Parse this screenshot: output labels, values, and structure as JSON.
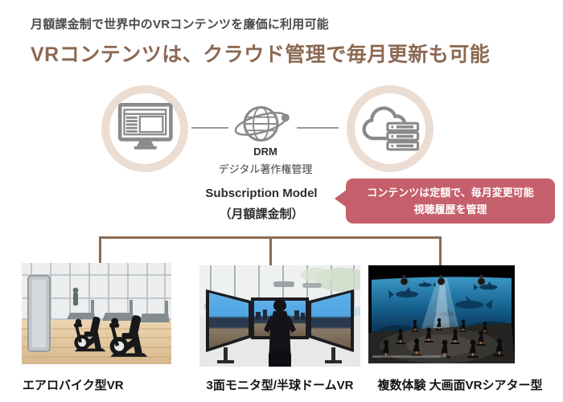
{
  "page": {
    "subtitle": "月額課金制で世界中のVRコンテンツを廉価に利用可能",
    "title": "VRコンテンツは、クラウド管理で毎月更新も可能"
  },
  "diagram": {
    "drm_label": "DRM",
    "drm_sub": "デジタル著作権管理",
    "subscription_label": "Subscription Model",
    "subscription_sub": "（月額課金制）",
    "icons": {
      "left": "monitor-icon",
      "middle": "globe-network-icon",
      "right": "cloud-server-icon"
    }
  },
  "callout": {
    "line1": "コンテンツは定額で、毎月変更可能",
    "line2": "視聴履歴を管理"
  },
  "products": [
    {
      "label": "エアロバイク型VR",
      "image": "aerobike-vr-photo"
    },
    {
      "label": "3面モニタ型/半球ドームVR",
      "image": "triple-monitor-vr-photo"
    },
    {
      "label": "複数体験 大画面VRシアター型",
      "image": "vr-theater-photo"
    }
  ],
  "colors": {
    "title_brown": "#8c6953",
    "subtitle_gray": "#4a4a4a",
    "ring_beige": "#ecddd3",
    "icon_gray": "#8a8a8a",
    "connector_brown": "#8a6b54",
    "callout_red": "#c55f6b"
  }
}
